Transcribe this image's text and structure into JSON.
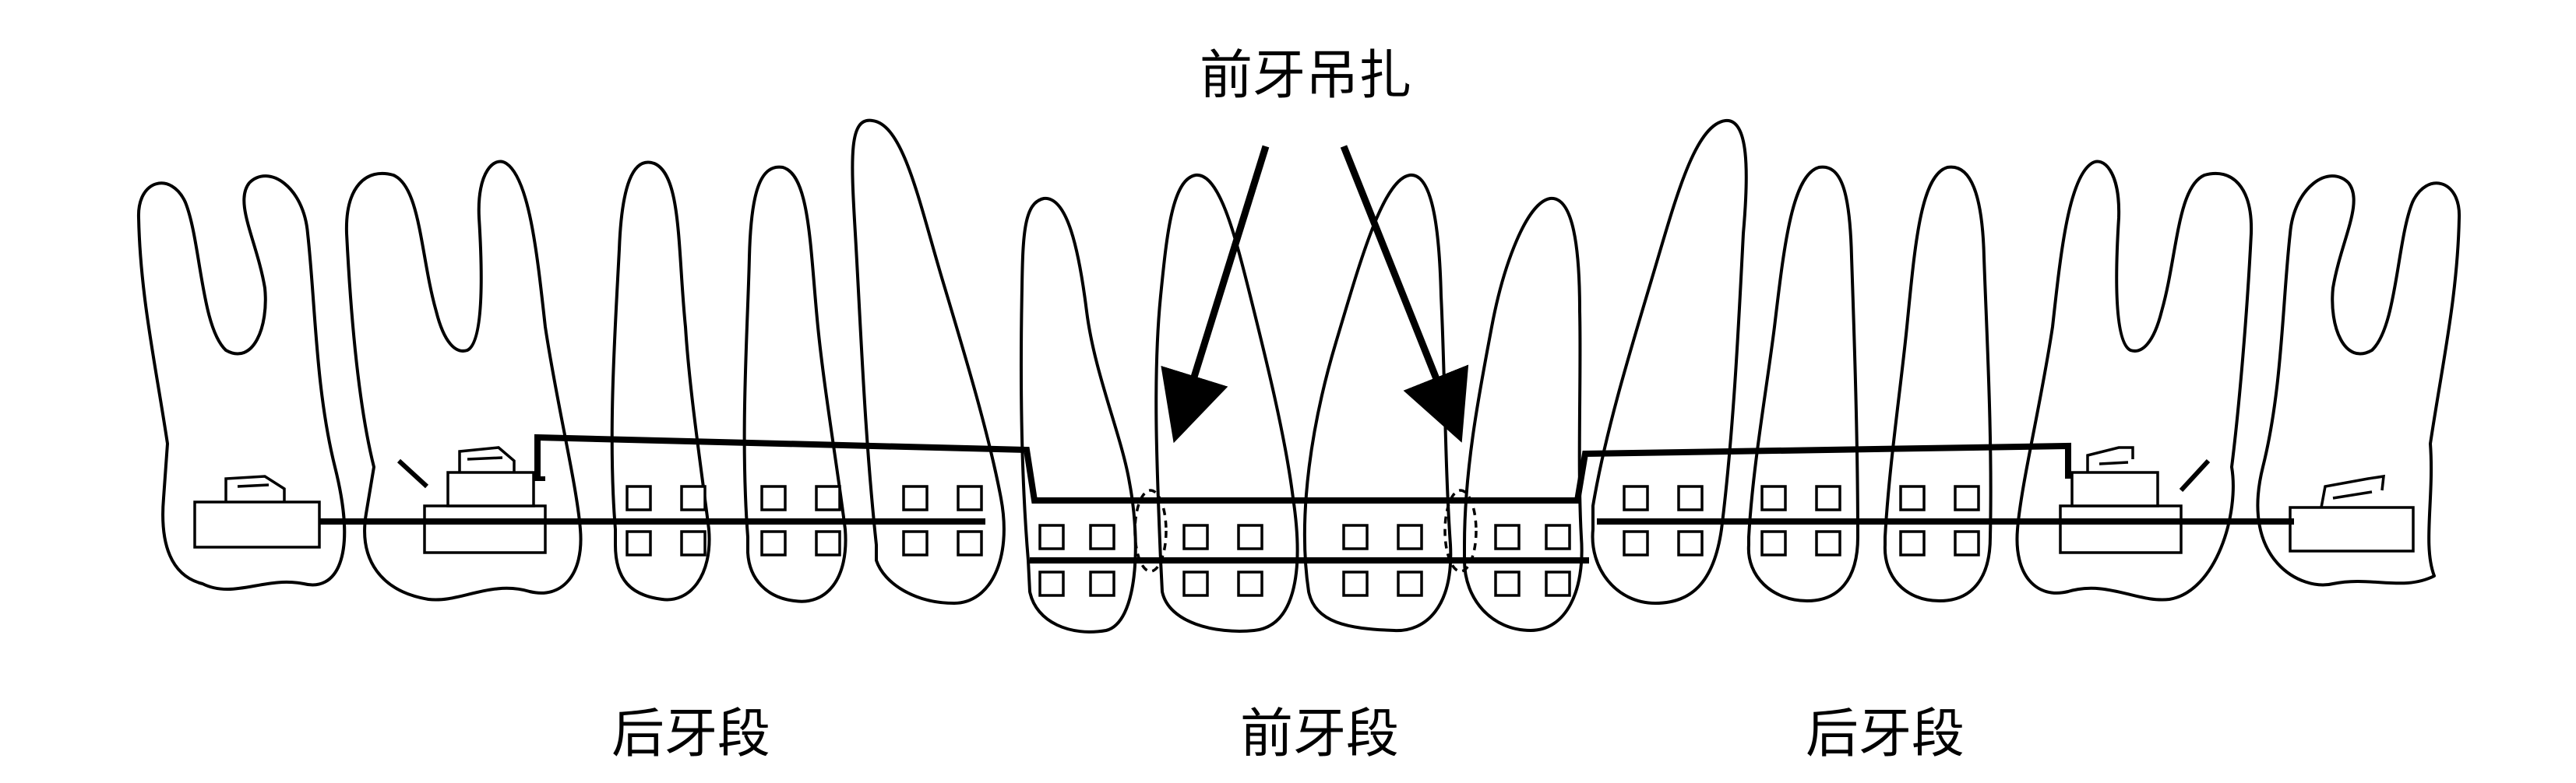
{
  "labels": {
    "anterior_tieback": "前牙吊扎",
    "posterior_left": "后牙段",
    "anterior_segment": "前牙段",
    "posterior_right": "后牙段"
  },
  "colors": {
    "stroke": "#000000",
    "background": "#ffffff"
  }
}
